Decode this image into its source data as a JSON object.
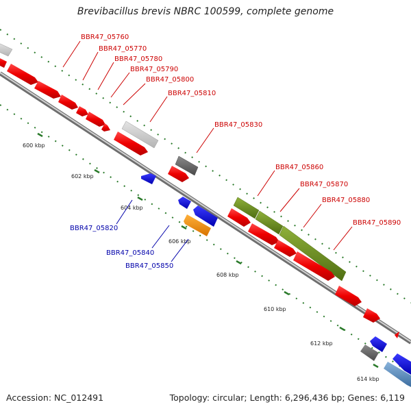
{
  "title": "Brevibacillus brevis NBRC 100599, complete genome",
  "footer": {
    "accession": "Accession: NC_012491",
    "summary": "Topology: circular; Length: 6,296,436 bp; Genes: 6,119"
  },
  "colors": {
    "backbone": "#8c8c8c",
    "tick": "#2a7a2a",
    "label_forward": "#cc0000",
    "label_reverse": "#0000aa"
  },
  "ticks": [
    {
      "label": "600 kbp"
    },
    {
      "label": "602 kbp"
    },
    {
      "label": "604 kbp"
    },
    {
      "label": "606 kbp"
    },
    {
      "label": "608 kbp"
    },
    {
      "label": "610 kbp"
    },
    {
      "label": "612 kbp"
    },
    {
      "label": "614 kbp"
    }
  ],
  "gene_labels": [
    {
      "text": "BBR47_05760",
      "strand": "forward"
    },
    {
      "text": "BBR47_05770",
      "strand": "forward"
    },
    {
      "text": "BBR47_05780",
      "strand": "forward"
    },
    {
      "text": "BBR47_05790",
      "strand": "forward"
    },
    {
      "text": "BBR47_05800",
      "strand": "forward"
    },
    {
      "text": "BBR47_05810",
      "strand": "forward"
    },
    {
      "text": "BBR47_05830",
      "strand": "forward"
    },
    {
      "text": "BBR47_05860",
      "strand": "forward"
    },
    {
      "text": "BBR47_05870",
      "strand": "forward"
    },
    {
      "text": "BBR47_05880",
      "strand": "forward"
    },
    {
      "text": "BBR47_05890",
      "strand": "forward"
    },
    {
      "text": "BBR47_05820",
      "strand": "reverse"
    },
    {
      "text": "BBR47_05840",
      "strand": "reverse"
    },
    {
      "text": "BBR47_05850",
      "strand": "reverse"
    }
  ]
}
